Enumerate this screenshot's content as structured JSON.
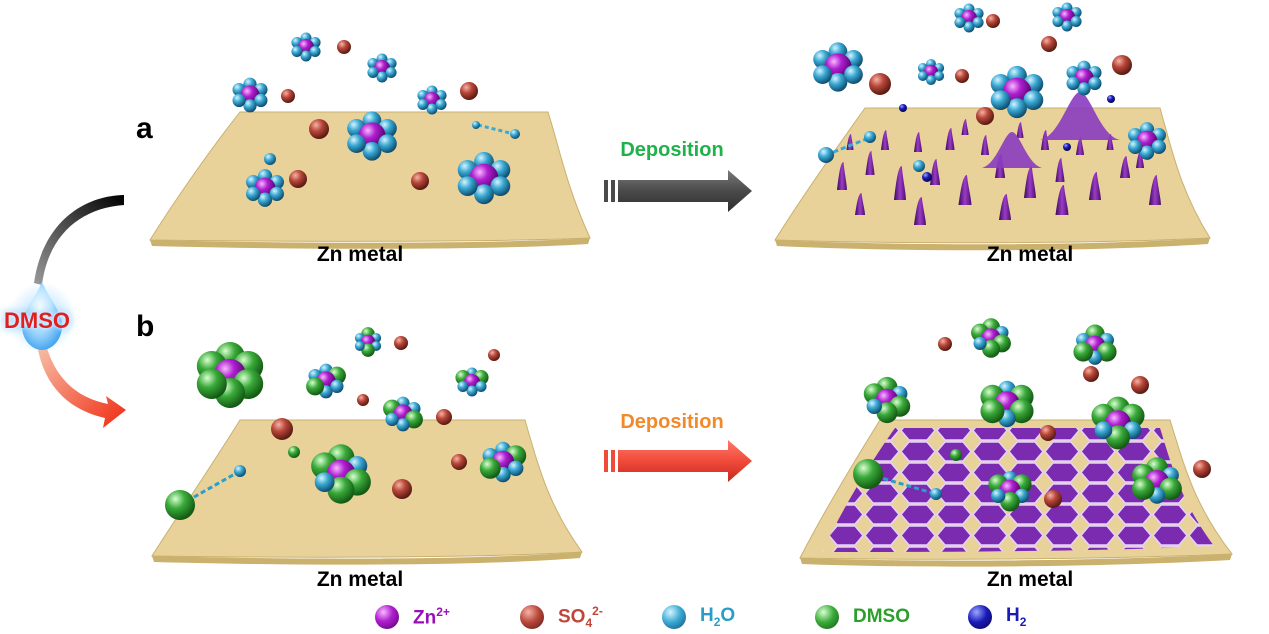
{
  "panels": {
    "a": {
      "letter": "a",
      "arrow_label": "Deposition",
      "arrow_label_color": "#1fb24a",
      "arrow_color": "#4a4a4a"
    },
    "b": {
      "letter": "b",
      "arrow_label": "Deposition",
      "arrow_label_color": "#f28a2b",
      "arrow_color": "#f04a3a"
    }
  },
  "substrate_label": "Zn metal",
  "additive": {
    "label": "DMSO",
    "label_color": "#e02020"
  },
  "legend": [
    {
      "icon": "zn2plus-sphere-icon",
      "base": "Zn",
      "sup": "2+",
      "sub": "",
      "tail": "",
      "color": "#9a0fb8"
    },
    {
      "icon": "sulfate-sphere-icon",
      "base": "SO",
      "sub": "4",
      "sup": "2-",
      "tail": "",
      "color": "#c0463a"
    },
    {
      "icon": "water-sphere-icon",
      "base": "H",
      "sub": "2",
      "sup": "",
      "tail": "O",
      "color": "#2a9ec8"
    },
    {
      "icon": "dmso-sphere-icon",
      "base": "DMSO",
      "sub": "",
      "sup": "",
      "tail": "",
      "color": "#2aa02a"
    },
    {
      "icon": "hydrogen-sphere-icon",
      "base": "H",
      "sub": "2",
      "sup": "",
      "tail": "",
      "color": "#1a1ab8"
    }
  ],
  "colors": {
    "zinc_metal": "#e8d29a",
    "zn_ion": "#9a0fb8",
    "sulfate": "#b8473a",
    "water": "#2a9ec8",
    "dmso": "#3aaa3a",
    "hydrogen": "#1a1a9a",
    "dendrite": "#7a2a9a",
    "hex_deposit": "#7b2bb0"
  }
}
